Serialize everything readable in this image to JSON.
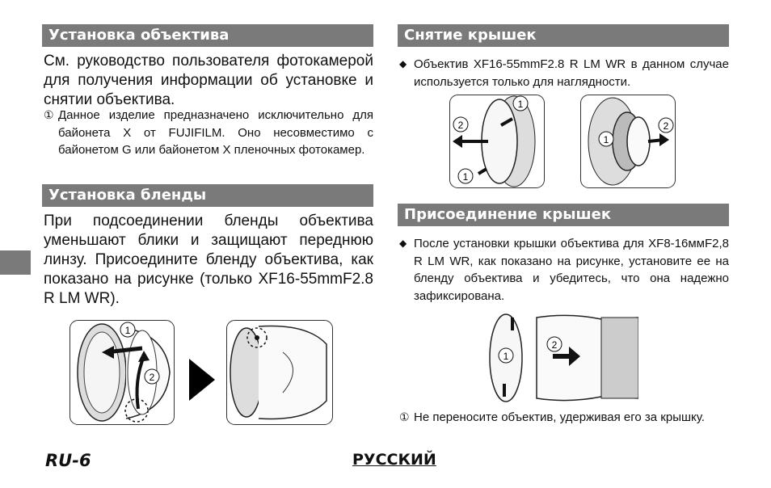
{
  "left": {
    "lens_mount": {
      "heading": "Установка объектива",
      "body": "См. руководство пользователя фотокамерой для получения информации об установке и снятии объектива.",
      "note": "Данное изделие предназначено исключительно для байонета X от FUJIFILM. Оно несовместимо с байонетом G или байонетом X пленочных фотокамер."
    },
    "hood_mount": {
      "heading": "Установка бленды",
      "body": "При подсоединении бленды объектива уменьшают блики и защищают переднюю линзу. Присоедините бленду объектива, как показано на рисунке (только XF16-55mmF2.8 R LM WR)."
    }
  },
  "right": {
    "cap_removal": {
      "heading": "Снятие крышек",
      "body": "Объектив XF16-55mmF2.8 R LM WR в данном случае используется только для наглядности."
    },
    "cap_attach": {
      "heading": "Присоединение крышек",
      "body": "После установки крышки объектива для XF8-16ммF2,8 R LM WR, как показано на рисунке, установите ее на бленду объектива и убедитесь, что она надежно зафиксирована.",
      "note": "Не переносите объектив, удерживая его за крышку."
    }
  },
  "markers": {
    "caution": "①",
    "bullet": "◆",
    "n1": "1",
    "n2": "2"
  },
  "footer": {
    "page": "RU-6",
    "language": "РУССКИЙ"
  },
  "colors": {
    "heading_bg": "#7a7a7a",
    "heading_text": "#ffffff"
  },
  "icons": [
    "caution-icon",
    "bullet-icon",
    "play-arrow-icon"
  ]
}
